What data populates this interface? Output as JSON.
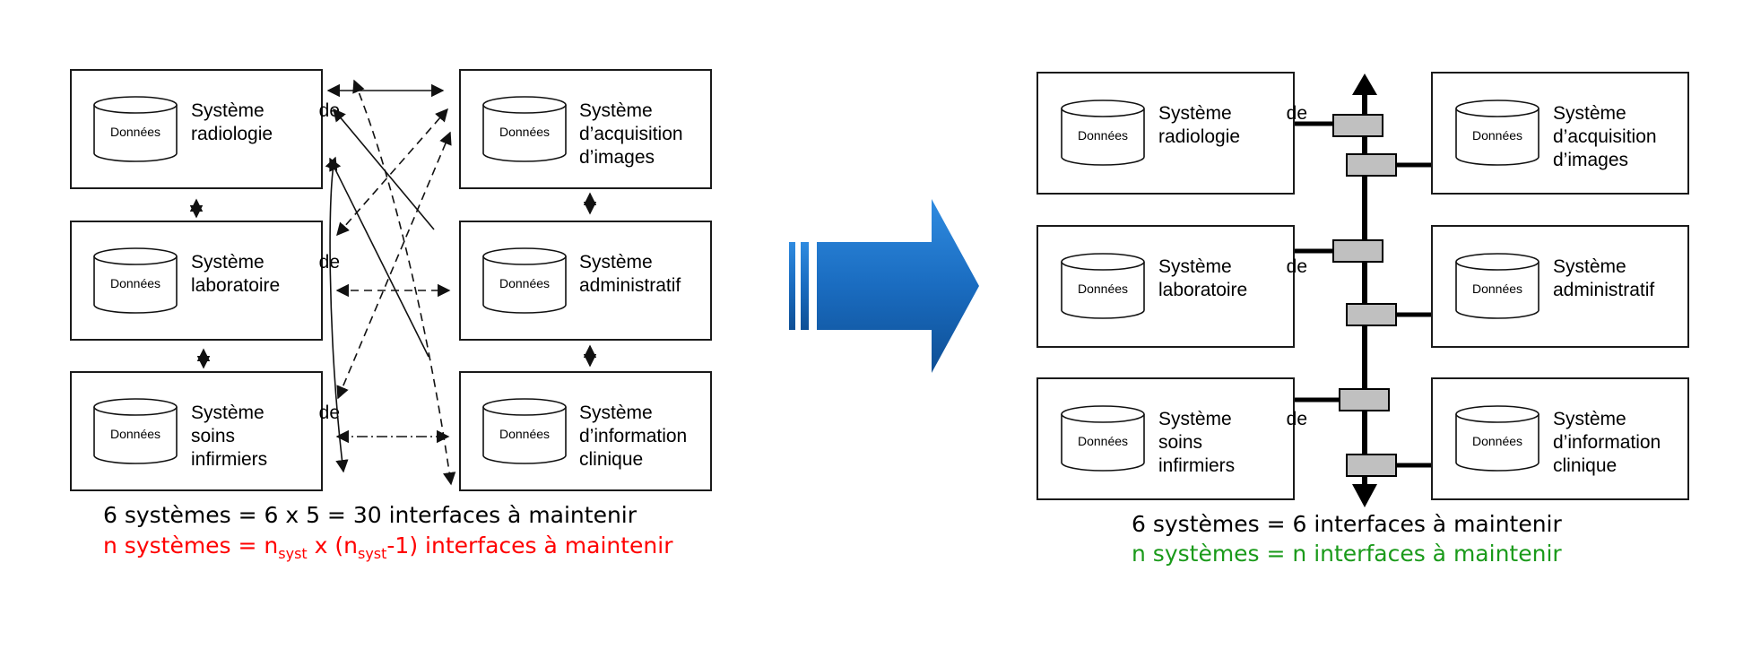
{
  "db_label": "Données",
  "left": {
    "systems": [
      {
        "line1": "Système de",
        "line2": "radiologie"
      },
      {
        "line1": "Système",
        "line2": "d’acquisition",
        "line3": "d’images"
      },
      {
        "line1": "Système de",
        "line2": "laboratoire"
      },
      {
        "line1": "Système",
        "line2": "administratif"
      },
      {
        "line1": "Système de",
        "line2": "soins",
        "line3": "infirmiers"
      },
      {
        "line1": "Système",
        "line2": "d’information",
        "line3": "clinique"
      }
    ],
    "caption_black": "6 systèmes = 6 x 5 = 30 interfaces à maintenir",
    "caption_red": {
      "prefix": "n systèmes = n",
      "sub1": "syst",
      "middle": " x (n",
      "sub2": "syst",
      "suffix": "-1) interfaces à maintenir"
    }
  },
  "right": {
    "systems": [
      {
        "line1": "Système de",
        "line2": "radiologie"
      },
      {
        "line1": "Système",
        "line2": "d’acquisition",
        "line3": "d’images"
      },
      {
        "line1": "Système de",
        "line2": "laboratoire"
      },
      {
        "line1": "Système",
        "line2": "administratif"
      },
      {
        "line1": "Système de",
        "line2": "soins",
        "line3": "infirmiers"
      },
      {
        "line1": "Système",
        "line2": "d’information",
        "line3": "clinique"
      }
    ],
    "caption_black": "6 systèmes = 6 interfaces à maintenir",
    "caption_green": "n systèmes = n interfaces à maintenir"
  },
  "colors": {
    "red": "#ff0000",
    "green": "#1a9a1a",
    "arrow_blue": "#1f6fbf",
    "connector_gray": "#c0c0c0"
  }
}
